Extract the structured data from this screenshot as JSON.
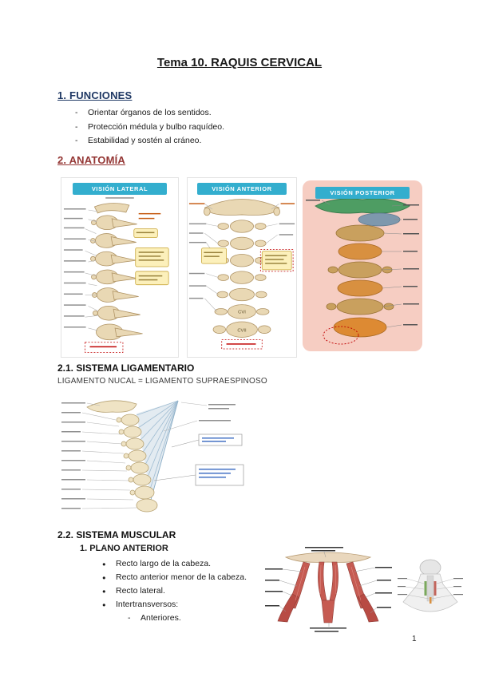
{
  "page": {
    "title": "Tema 10. RAQUIS CERVICAL",
    "page_number": "1"
  },
  "markers": {
    "dash": "-",
    "bullet": "●"
  },
  "colors": {
    "banner_teal": "#33AECE",
    "heading_blue": "#1F3864",
    "heading_red": "#943634",
    "annotation_red": "#C00000",
    "bone_beige": "#E9D8B4",
    "atlas_green": "#4E9D63",
    "posterior_bg_pink": "#F6CDC2",
    "muscle_red": "#C65B52"
  },
  "funciones": {
    "heading": "1. FUNCIONES",
    "items": [
      "Orientar órganos de los sentidos.",
      "Protección médula y bulbo raquídeo.",
      "Estabilidad y sostén al cráneo."
    ]
  },
  "anatomia": {
    "heading": "2. ANATOMÍA",
    "figures": {
      "lateral": {
        "caption": "VISIÓN LATERAL"
      },
      "anterior": {
        "caption": "VISIÓN ANTERIOR",
        "labels": {
          "c6": "CVI",
          "c7": "CVII"
        }
      },
      "posterior": {
        "caption": "VISIÓN POSTERIOR"
      }
    }
  },
  "ligamentario": {
    "heading": "2.1. SISTEMA LIGAMENTARIO",
    "subtitle": "LIGAMENTO NUCAL = LIGAMENTO SUPRAESPINOSO"
  },
  "muscular": {
    "heading": "2.2. SISTEMA MUSCULAR",
    "plano_anterior": "1. PLANO ANTERIOR",
    "items": [
      "Recto largo de la cabeza.",
      "Recto anterior menor de la cabeza.",
      "Recto lateral.",
      "Intertransversos:"
    ],
    "subitems": [
      "Anteriores."
    ]
  }
}
